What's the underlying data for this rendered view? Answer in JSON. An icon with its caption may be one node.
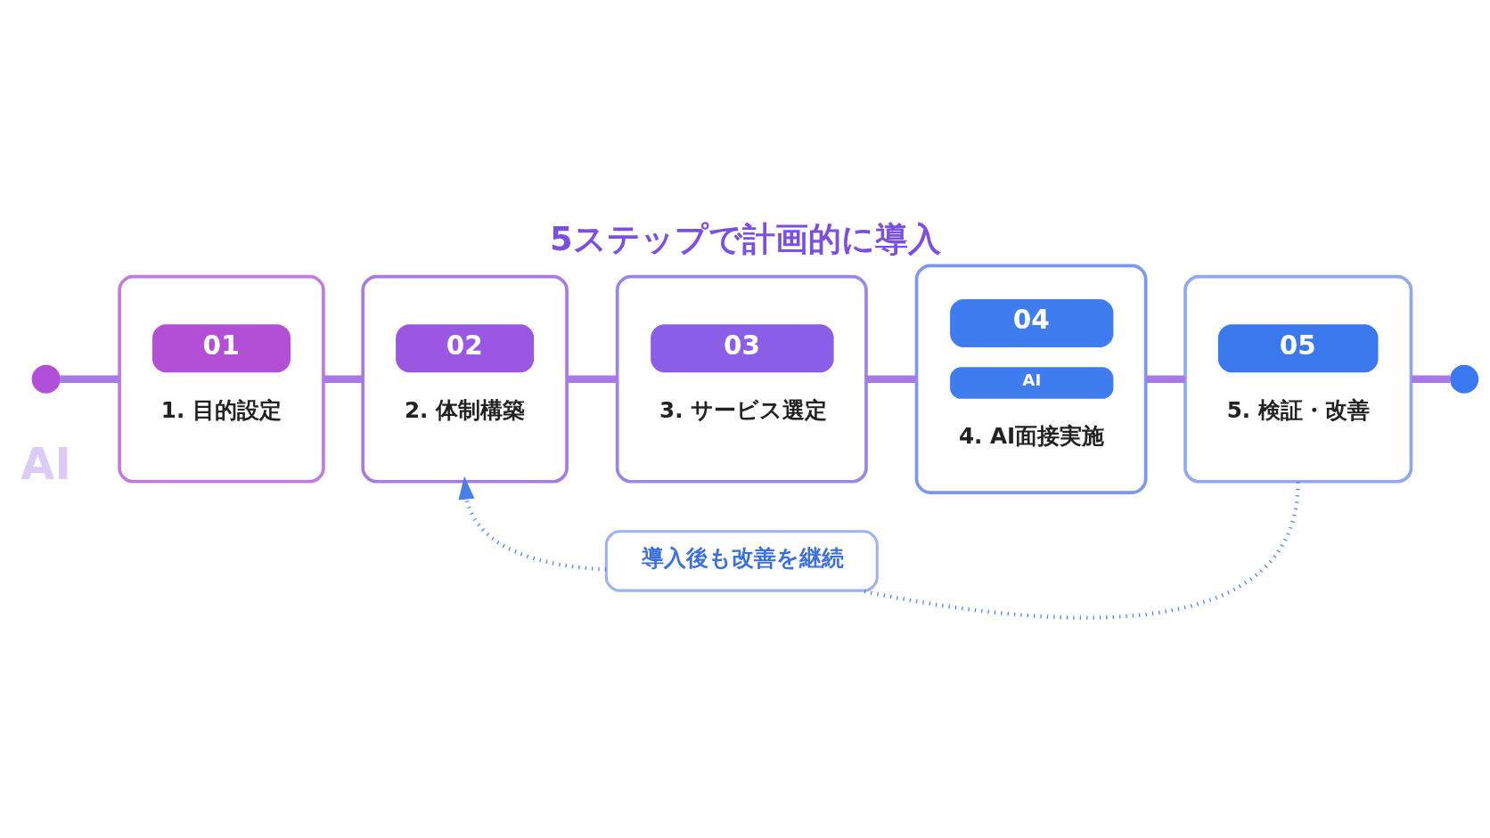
{
  "diagram": {
    "title": "5ステップで計画的に導入",
    "nodes": [
      {
        "text": [],
        "shape": "circle"
      },
      {
        "text": [
          "01",
          "1. 目的設定"
        ]
      },
      {
        "text": [
          "02",
          "2. 体制構築"
        ]
      },
      {
        "text": [
          "03",
          "3. サービス選定"
        ]
      },
      {
        "text": [
          "04",
          "AI",
          "4. AI面接実施"
        ]
      },
      {
        "text": [
          "05",
          "5. 検証・改善"
        ]
      },
      {
        "text": [],
        "shape": "circle"
      },
      {
        "text": [
          "導入後も改善を継続"
        ]
      }
    ],
    "edges": [
      {
        "from": 0,
        "to": 1,
        "arrow": "none"
      },
      {
        "from": 1,
        "to": 2,
        "arrow": "none"
      },
      {
        "from": 2,
        "to": 3,
        "arrow": "none"
      },
      {
        "from": 3,
        "to": 4,
        "arrow": "none"
      },
      {
        "from": 4,
        "to": 5,
        "arrow": "none"
      },
      {
        "from": 5,
        "to": 6,
        "arrow": "none"
      },
      {
        "from": 5,
        "to": 7,
        "arrow": "none",
        "style": "dashed",
        "color": "#4a7fe8"
      },
      {
        "from": 7,
        "to": 2,
        "arrow": "to",
        "style": "dashed",
        "color": "#4a7fe8"
      }
    ],
    "labels": [
      "AI"
    ]
  }
}
